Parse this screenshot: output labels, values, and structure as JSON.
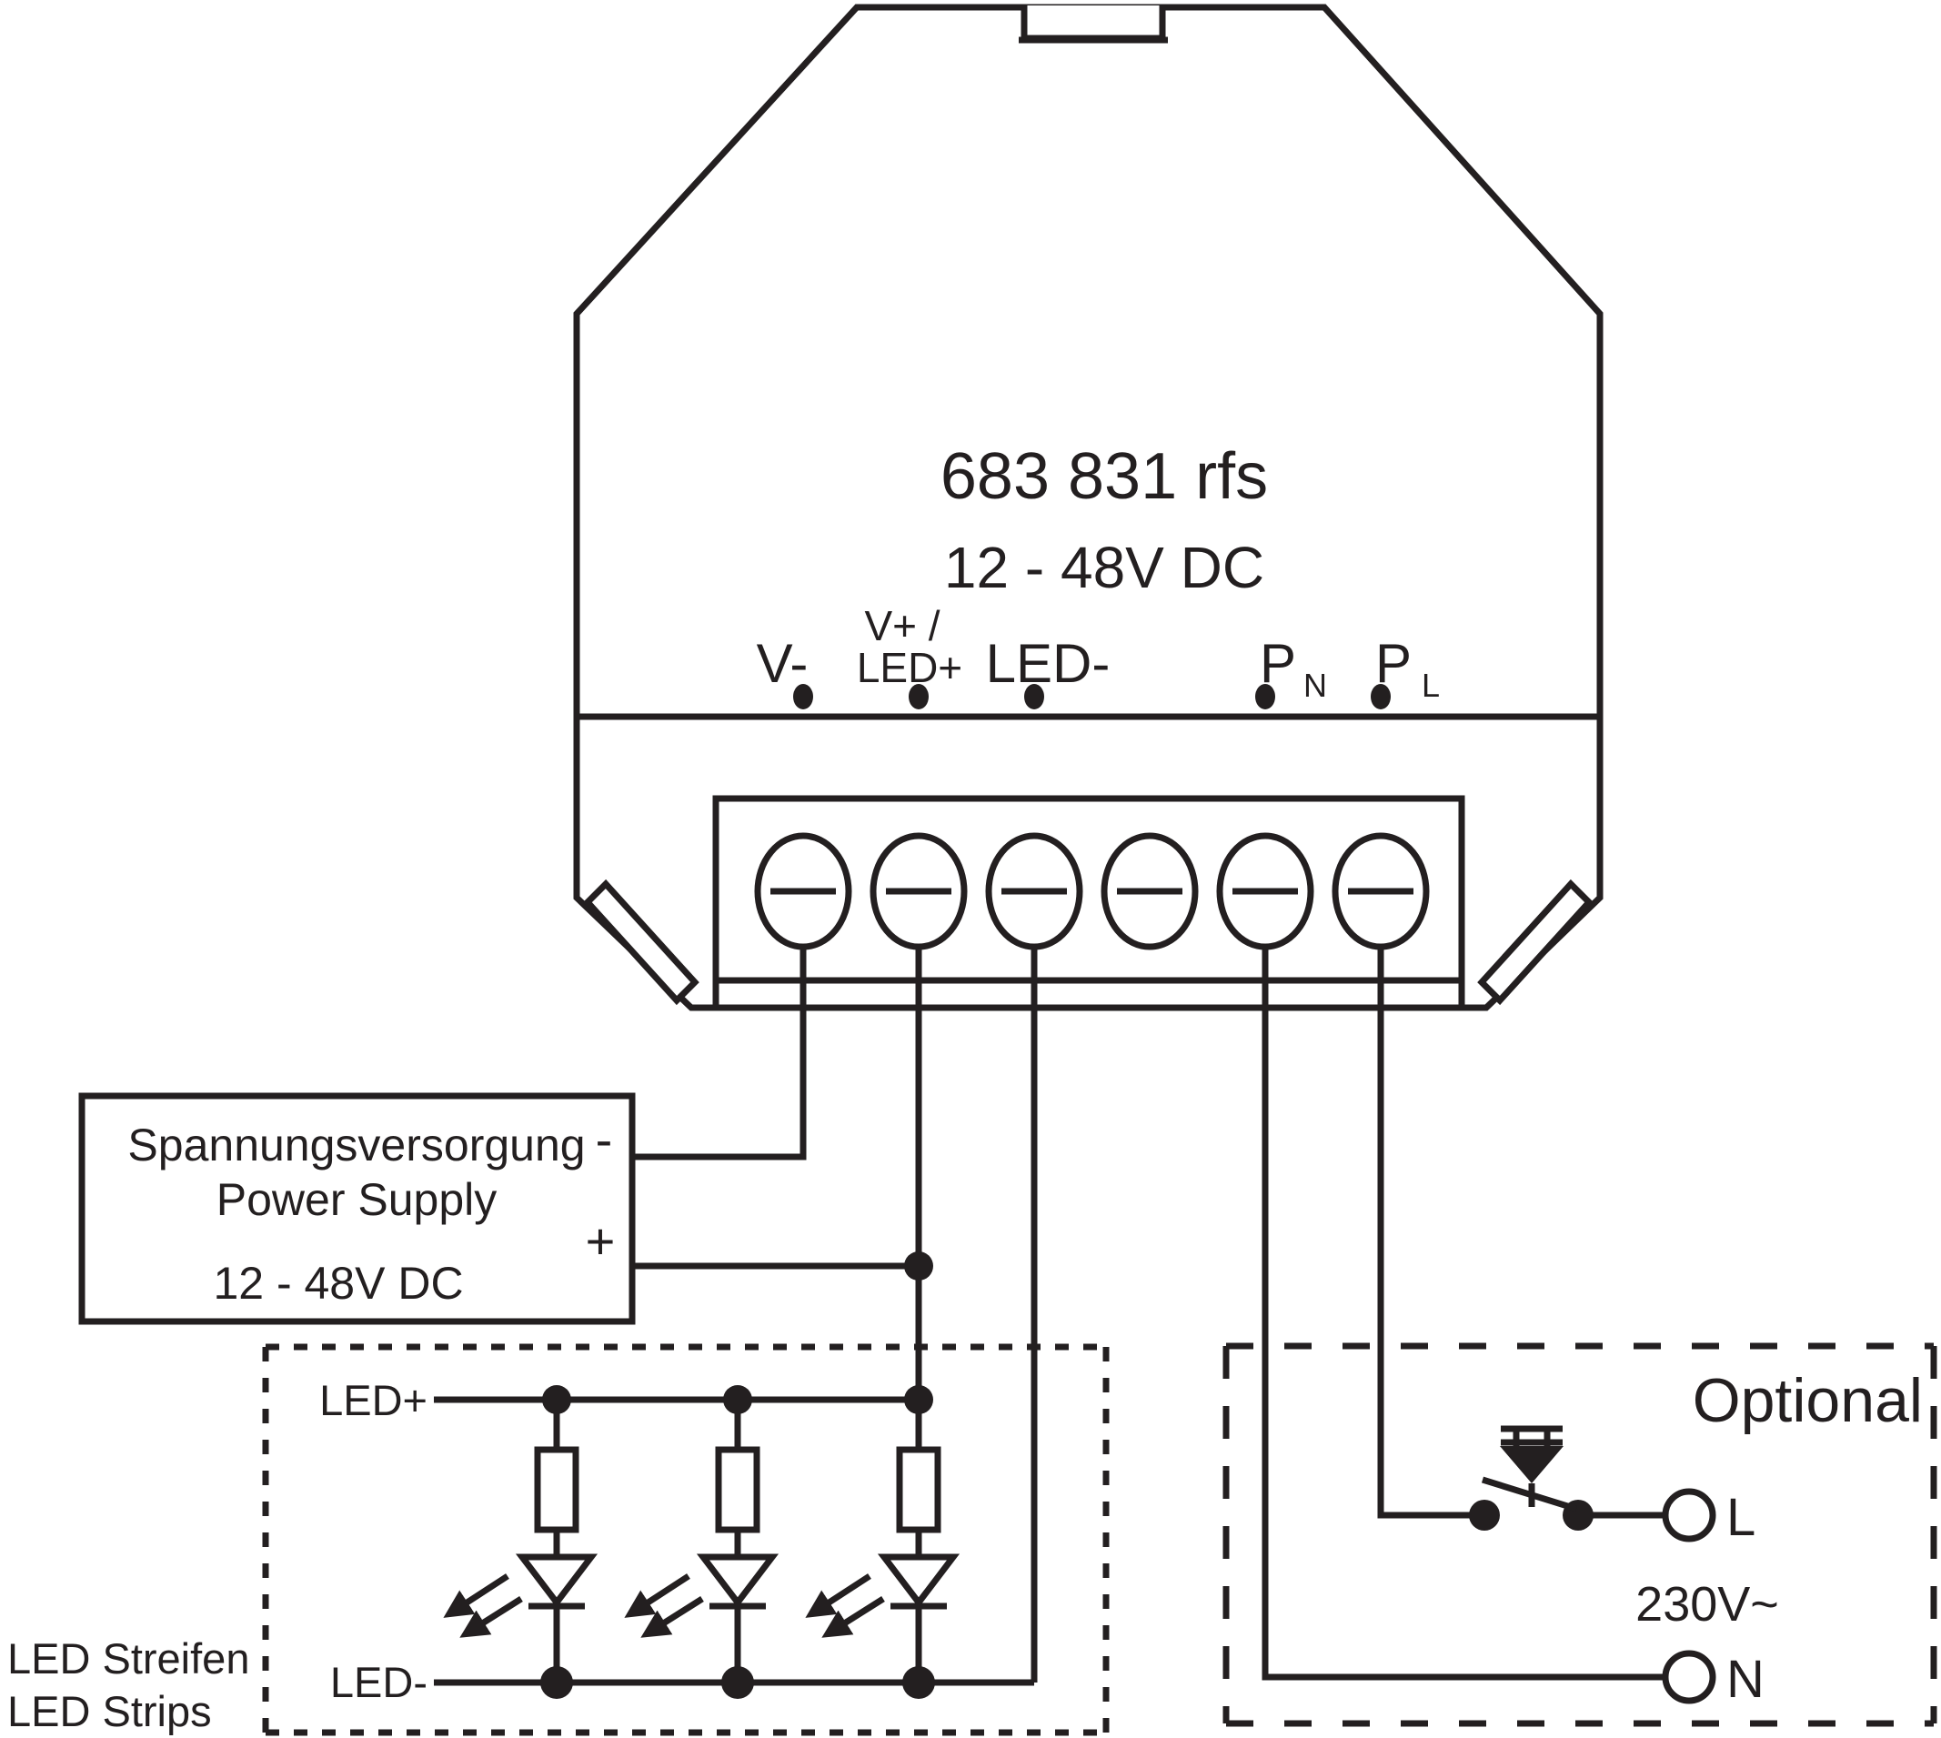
{
  "colors": {
    "ink": "#231f20",
    "paper": "#ffffff"
  },
  "device": {
    "model": "683 831 rfs",
    "voltage": "12 - 48V DC",
    "terminals": {
      "t1": "V-",
      "t2_line1": "V+ /",
      "t2_line2": "LED+",
      "t3": "LED-",
      "p": "P",
      "sub_n": "N",
      "sub_l": "L"
    }
  },
  "power_supply": {
    "name_de": "Spannungsversorgung",
    "name_en": "Power Supply",
    "rating": "12 - 48V DC",
    "minus": "-",
    "plus": "+"
  },
  "led_strips": {
    "plus": "LED+",
    "minus": "LED-",
    "label_de": "LED Streifen",
    "label_en": "LED Strips"
  },
  "optional": {
    "label": "Optional",
    "mains": "230V~",
    "live": "L",
    "neutral": "N"
  }
}
